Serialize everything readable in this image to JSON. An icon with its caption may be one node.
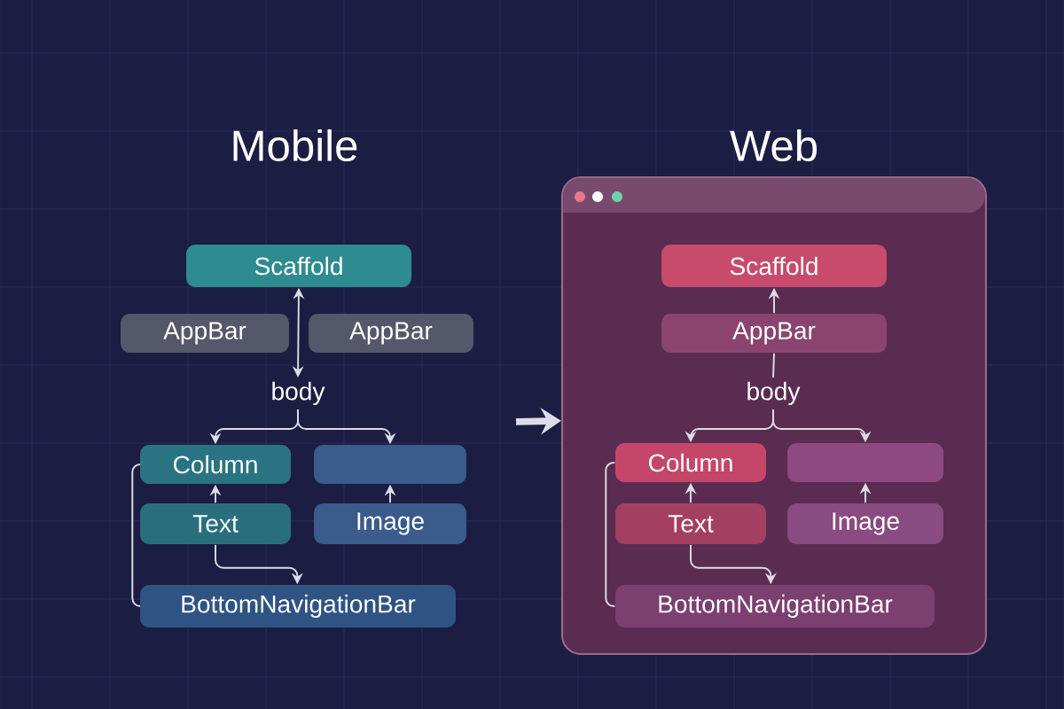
{
  "diagram": {
    "nodes": [
      {
        "text": [
          "Scaffold"
        ]
      },
      {
        "text": [
          "AppBar"
        ]
      },
      {
        "text": [
          "AppBar"
        ]
      },
      {
        "text": [
          "body"
        ]
      },
      {
        "text": [
          "Column"
        ]
      },
      {
        "text": [],
        "shape": "box"
      },
      {
        "text": [
          "Text"
        ]
      },
      {
        "text": [
          "Image"
        ]
      },
      {
        "text": [
          "BottomNavigationBar"
        ]
      },
      {
        "text": [
          "Web"
        ]
      },
      {
        "text": [
          "Scaffold"
        ],
        "in": 9
      },
      {
        "text": [
          "AppBar"
        ],
        "in": 9
      },
      {
        "text": [
          "body"
        ],
        "in": 9
      },
      {
        "text": [
          "Column"
        ],
        "in": 9
      },
      {
        "text": [],
        "shape": "box",
        "in": 9
      },
      {
        "text": [
          "Text"
        ],
        "in": 9
      },
      {
        "text": [
          "Image"
        ],
        "in": 9
      },
      {
        "text": [
          "BottomNavigationBar"
        ],
        "in": 9
      }
    ],
    "edges": [
      {
        "from": 0,
        "to": 3,
        "arrow": "both"
      },
      {
        "from": 3,
        "to": 4,
        "arrow": "to"
      },
      {
        "from": 3,
        "to": 5,
        "arrow": "to"
      },
      {
        "from": 6,
        "to": 4,
        "arrow": "to"
      },
      {
        "from": 7,
        "to": 5,
        "arrow": "to"
      },
      {
        "from": 6,
        "to": 8,
        "arrow": "to"
      },
      {
        "from": 4,
        "to": 8,
        "arrow": "none"
      },
      {
        "from": null,
        "to": 9,
        "arrow": "to",
        "style": "thick"
      },
      {
        "from": 11,
        "to": 10,
        "arrow": "to"
      },
      {
        "from": 11,
        "to": 12,
        "arrow": "none"
      },
      {
        "from": 12,
        "to": 13,
        "arrow": "to"
      },
      {
        "from": 12,
        "to": 14,
        "arrow": "to"
      },
      {
        "from": 15,
        "to": 13,
        "arrow": "to"
      },
      {
        "from": 16,
        "to": 14,
        "arrow": "to"
      },
      {
        "from": 15,
        "to": 17,
        "arrow": "to"
      },
      {
        "from": 13,
        "to": 17,
        "arrow": "none"
      }
    ],
    "labels": [
      "Mobile"
    ]
  }
}
